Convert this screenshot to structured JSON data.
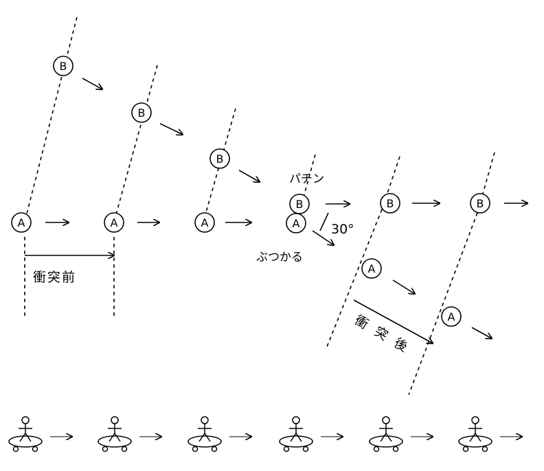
{
  "balls": {
    "a": "A",
    "b": "B"
  },
  "labels": {
    "before": "衝突前",
    "after": "衝突後",
    "sound": "パチン",
    "collide": "ぶつかる",
    "angle": "30°"
  },
  "icons": {
    "skater": "skateboarder-icon",
    "arrow": "arrow-right-icon"
  }
}
